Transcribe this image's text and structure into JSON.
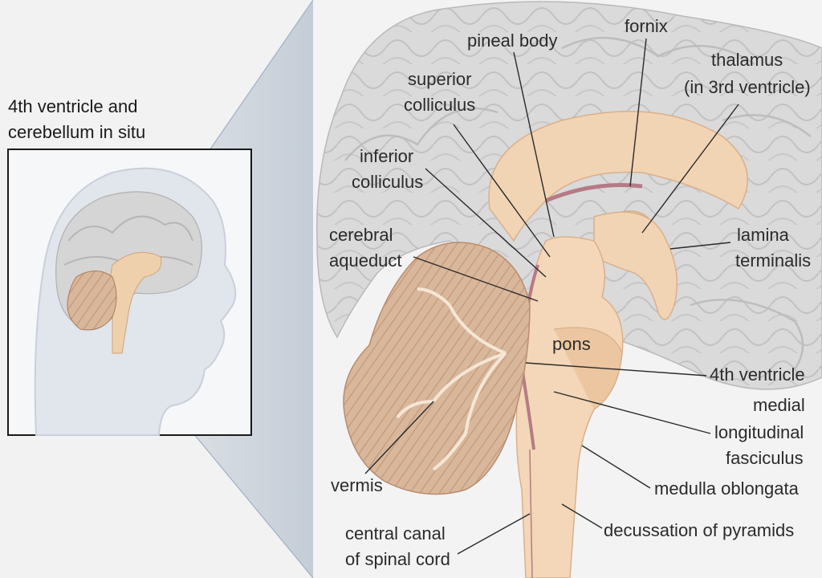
{
  "inset": {
    "title_line1": "4th ventricle and",
    "title_line2": "cerebellum in situ"
  },
  "labels": {
    "pineal_body": "pineal body",
    "fornix": "fornix",
    "thalamus_line1": "thalamus",
    "thalamus_line2": "(in 3rd ventricle)",
    "superior_colliculus_line1": "superior",
    "superior_colliculus_line2": "colliculus",
    "inferior_colliculus_line1": "inferior",
    "inferior_colliculus_line2": "colliculus",
    "cerebral_aqueduct_line1": "cerebral",
    "cerebral_aqueduct_line2": "aqueduct",
    "lamina_terminalis_line1": "lamina",
    "lamina_terminalis_line2": "terminalis",
    "pons": "pons",
    "fourth_ventricle": "4th ventricle",
    "mlf_line1": "medial",
    "mlf_line2": "longitudinal",
    "mlf_line3": "fasciculus",
    "medulla_oblongata": "medulla oblongata",
    "vermis": "vermis",
    "decussation_of_pyramids": "decussation of pyramids",
    "central_canal_line1": "central canal",
    "central_canal_line2": "of spinal cord"
  },
  "colors": {
    "cerebrum": "#dcdcdc",
    "gyri_lines": "#bdbdbd",
    "brainstem": "#f1d4b4",
    "brainstem_shade": "#e7bf98",
    "cerebellum": "#dcc2a8",
    "cerebellum_folia": "#c9a185",
    "ventricle_line": "#b67a85",
    "inset_head": "#e3e7ee"
  }
}
